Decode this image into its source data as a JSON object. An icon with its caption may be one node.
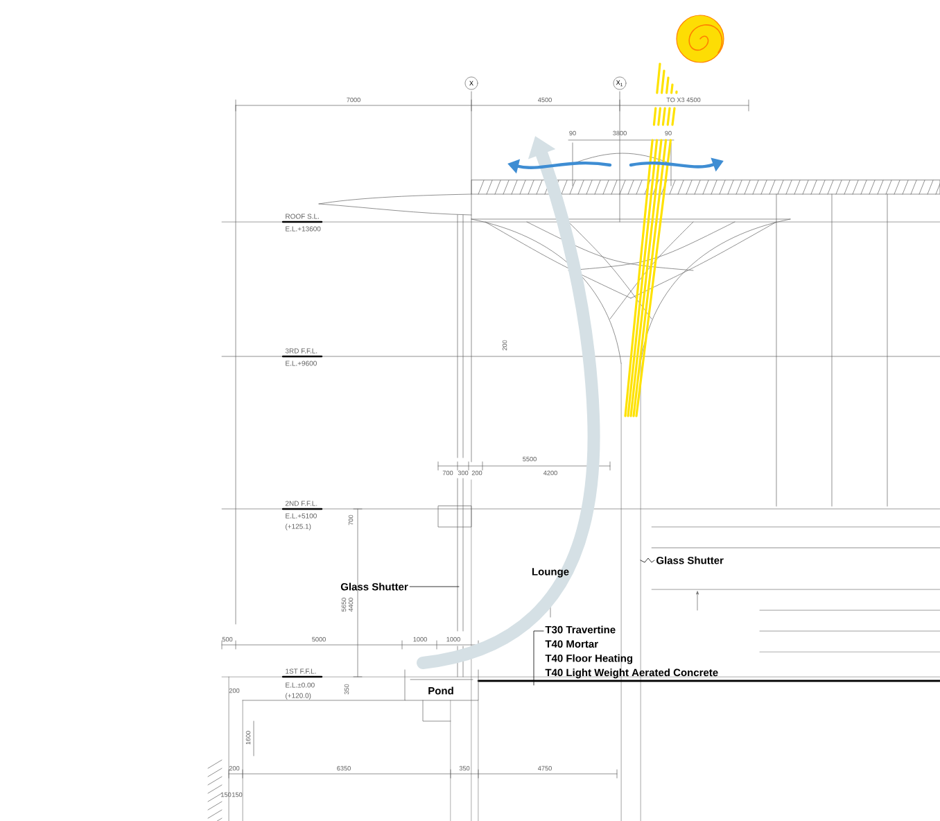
{
  "diagram": {
    "nodes": [
      {
        "text": [
          "Glass Shutter"
        ]
      },
      {
        "text": [
          "Glass Shutter"
        ]
      },
      {
        "text": [
          "T30 Travertine",
          "T40 Mortar",
          "T40 Floor Heating",
          "T40 Light Weight Aerated Concrete"
        ]
      }
    ],
    "edges": [
      {
        "from": 0,
        "to": null,
        "arrow": "none"
      },
      {
        "from": 1,
        "to": null,
        "arrow": "none"
      },
      {
        "from": 2,
        "to": null,
        "arrow": "none"
      }
    ],
    "labels": [
      "X",
      "X$_{1}$",
      "7000",
      "4500",
      "TO X3 4500",
      "90",
      "3800",
      "90",
      "ROOF S.L.",
      "E.L.+13600",
      "3RD F.F.L.",
      "E.L.+9600",
      "200",
      "5500",
      "700",
      "300",
      "200",
      "4200",
      "2ND F.F.L.",
      "E.L.+5100",
      "(+125.1)",
      "700",
      "Lounge",
      "5650",
      "4400",
      "500",
      "5000",
      "1000",
      "1000",
      "1ST F.F.L.",
      "E.L.±0.00",
      "(+120.0)",
      "200",
      "350",
      "Pond",
      "1600",
      "200",
      "6350",
      "350",
      "4750",
      "150",
      "150"
    ]
  }
}
